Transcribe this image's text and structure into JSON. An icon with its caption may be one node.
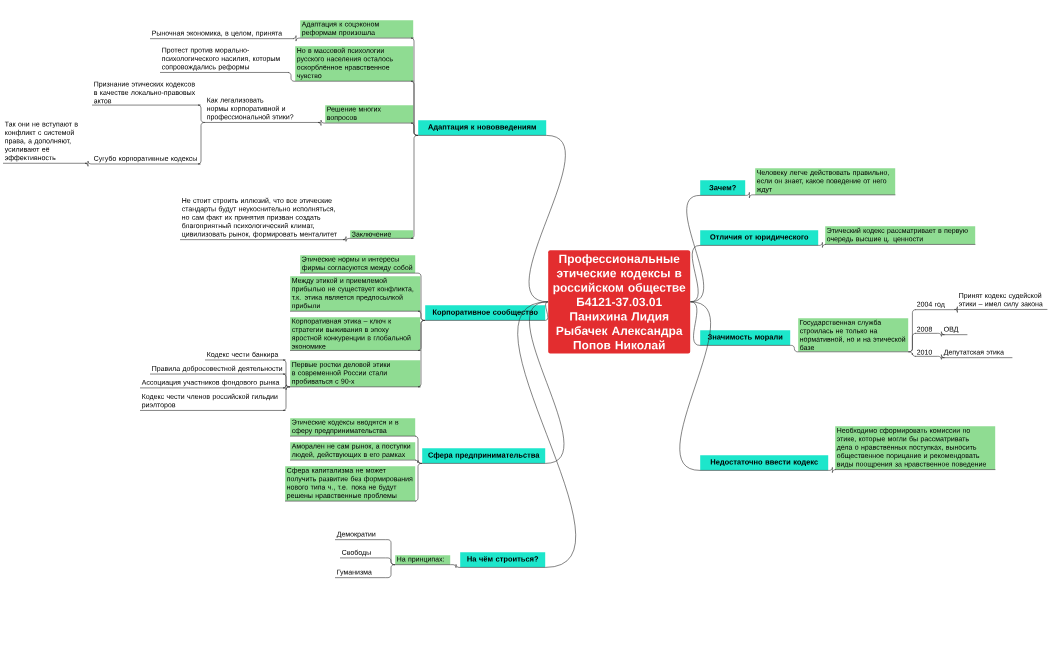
{
  "diagram": {
    "nodes": [
      {
        "text": [
          "Профессиональные этические кодексы в российском обществе Б4121-37.03.01 Панихина Лидия Рыбачек Александра Попов Николай"
        ]
      },
      {
        "text": [
          "Адаптация к нововведениям"
        ]
      },
      {
        "text": [
          "Адаптация к соцэконом реформам произошла"
        ]
      },
      {
        "text": [
          "Рыночная экономика, в целом, принята"
        ]
      },
      {
        "text": [
          "Но в массовой психологии русского населения осталось оскорблённое нравственное чувство"
        ]
      },
      {
        "text": [
          "Протест против морально-психологического насилия, которым сопровождались реформы"
        ]
      },
      {
        "text": [
          "Решение многих вопросов"
        ]
      },
      {
        "text": [
          "Как легализовать нормы корпоративной и профессиональной этики?"
        ]
      },
      {
        "text": [
          "Признание этических кодексов в качестве локально-правовых актов"
        ]
      },
      {
        "text": [
          "Так они не вступают в конфликт с системой права, а дополняют, усиливают её эффективность"
        ]
      },
      {
        "text": [
          "Сугубо корпоративные кодексы"
        ]
      },
      {
        "text": [
          "Заключение"
        ]
      },
      {
        "text": [
          "Не стоит строить иллюзий, что все этические стандарты будут неукоснительно исполняться, но сам факт их принятия призван создать благоприятный психологический климат, цивилизовать рынок, формировать менталитет"
        ]
      },
      {
        "text": [
          "Корпоративное сообщество"
        ]
      },
      {
        "text": [
          "Этические нормы и интересы фирмы согласуются между собой"
        ]
      },
      {
        "text": [
          "Между этикой и приемлемой прибылью не существует конфликта, т.к. этика является предпосылкой прибыли"
        ]
      },
      {
        "text": [
          "Корпоративная этика – ключ к стратегии выживания в эпоху яростной конкуренции в глобальной экономике"
        ]
      },
      {
        "text": [
          "Первые ростки деловой этики в современной России стали пробиваться с 90-х"
        ]
      },
      {
        "text": [
          "Кодекс чести банкира"
        ]
      },
      {
        "text": [
          "Правила добросовестной деятельности"
        ]
      },
      {
        "text": [
          "Ассоциация участников фондового рынка"
        ]
      },
      {
        "text": [
          "Кодекс чести членов российской гильдии риэлторов"
        ]
      },
      {
        "text": [
          "Сфера предпринимательства"
        ]
      },
      {
        "text": [
          "Этические кодексы вводятся и в сферу предпринимательства"
        ]
      },
      {
        "text": [
          "Аморален не сам рынок, а поступки людей, действующих в его рамках"
        ]
      },
      {
        "text": [
          "Сфера капитализма не может получить развитие без формирования нового типа ч., т.е. пока не будут решены нравственные проблемы"
        ]
      },
      {
        "text": [
          "На чём строиться?"
        ]
      },
      {
        "text": [
          "На принципах:"
        ]
      },
      {
        "text": [
          "Демократии"
        ]
      },
      {
        "text": [
          "Свободы"
        ]
      },
      {
        "text": [
          "Гуманизма"
        ]
      },
      {
        "text": [
          "Зачем?"
        ]
      },
      {
        "text": [
          "Человеку легче действовать правильно, если он знает, какое поведение от него ждут"
        ]
      },
      {
        "text": [
          "Отличия от юридического"
        ]
      },
      {
        "text": [
          "Этический кодекс рассматривает в первую очередь высшие ц. ценности"
        ]
      },
      {
        "text": [
          "Значимость морали"
        ]
      },
      {
        "text": [
          "Государственная служба строилась не только на нормативной, но и на этической базе"
        ]
      },
      {
        "text": [
          "2004 год"
        ]
      },
      {
        "text": [
          "Принят кодекс судейской этики – имел силу закона"
        ]
      },
      {
        "text": [
          "2008"
        ]
      },
      {
        "text": [
          "ОВД"
        ]
      },
      {
        "text": [
          "2010"
        ]
      },
      {
        "text": [
          "Депутатская этика"
        ]
      },
      {
        "text": [
          "Недостаточно ввести кодекс"
        ]
      },
      {
        "text": [
          "Необходимо сформировать комиссии по этике, которые могли бы рассматривать дела о нравственных поступках, выносить общественное порицание и рекомендовать виды поощрения за нравственное поведение"
        ]
      }
    ],
    "edges": [
      {
        "from": 0,
        "to": 1,
        "arrow": "none"
      },
      {
        "from": 1,
        "to": 2,
        "arrow": "none"
      },
      {
        "from": 2,
        "to": 3,
        "arrow": "none"
      },
      {
        "from": 1,
        "to": 4,
        "arrow": "none"
      },
      {
        "from": 4,
        "to": 5,
        "arrow": "none"
      },
      {
        "from": 1,
        "to": 6,
        "arrow": "none"
      },
      {
        "from": 6,
        "to": 7,
        "arrow": "none"
      },
      {
        "from": 7,
        "to": 8,
        "arrow": "none"
      },
      {
        "from": 7,
        "to": 10,
        "arrow": "none"
      },
      {
        "from": 10,
        "to": 9,
        "arrow": "none"
      },
      {
        "from": 1,
        "to": 11,
        "arrow": "none"
      },
      {
        "from": 11,
        "to": 12,
        "arrow": "none"
      },
      {
        "from": 0,
        "to": 13,
        "arrow": "none"
      },
      {
        "from": 13,
        "to": 14,
        "arrow": "none"
      },
      {
        "from": 13,
        "to": 15,
        "arrow": "none"
      },
      {
        "from": 13,
        "to": 16,
        "arrow": "none"
      },
      {
        "from": 13,
        "to": 17,
        "arrow": "none"
      },
      {
        "from": 17,
        "to": 18,
        "arrow": "none"
      },
      {
        "from": 17,
        "to": 19,
        "arrow": "none"
      },
      {
        "from": 17,
        "to": 20,
        "arrow": "none"
      },
      {
        "from": 17,
        "to": 21,
        "arrow": "none"
      },
      {
        "from": 0,
        "to": 22,
        "arrow": "none"
      },
      {
        "from": 22,
        "to": 23,
        "arrow": "none"
      },
      {
        "from": 22,
        "to": 24,
        "arrow": "none"
      },
      {
        "from": 22,
        "to": 25,
        "arrow": "none"
      },
      {
        "from": 0,
        "to": 26,
        "arrow": "none"
      },
      {
        "from": 26,
        "to": 27,
        "arrow": "none"
      },
      {
        "from": 27,
        "to": 28,
        "arrow": "none"
      },
      {
        "from": 27,
        "to": 29,
        "arrow": "none"
      },
      {
        "from": 27,
        "to": 30,
        "arrow": "none"
      },
      {
        "from": 0,
        "to": 31,
        "arrow": "none"
      },
      {
        "from": 31,
        "to": 32,
        "arrow": "none"
      },
      {
        "from": 0,
        "to": 33,
        "arrow": "none"
      },
      {
        "from": 33,
        "to": 34,
        "arrow": "none"
      },
      {
        "from": 0,
        "to": 35,
        "arrow": "none"
      },
      {
        "from": 35,
        "to": 36,
        "arrow": "none"
      },
      {
        "from": 36,
        "to": 37,
        "arrow": "none"
      },
      {
        "from": 37,
        "to": 38,
        "arrow": "none"
      },
      {
        "from": 36,
        "to": 39,
        "arrow": "none"
      },
      {
        "from": 39,
        "to": 40,
        "arrow": "none"
      },
      {
        "from": 36,
        "to": 41,
        "arrow": "none"
      },
      {
        "from": 41,
        "to": 42,
        "arrow": "none"
      },
      {
        "from": 0,
        "to": 43,
        "arrow": "none"
      },
      {
        "from": 43,
        "to": 44,
        "arrow": "none"
      }
    ]
  }
}
